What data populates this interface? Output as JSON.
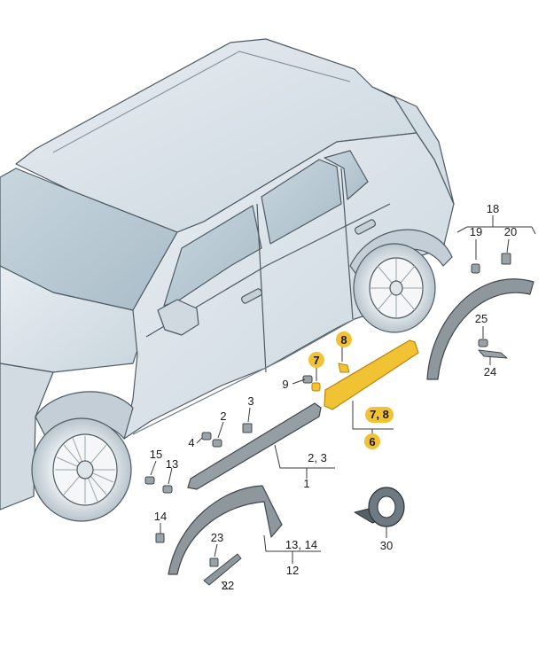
{
  "callouts": {
    "c1": "1",
    "c2": "2",
    "c3": "3",
    "c4": "4",
    "c6": "6",
    "c7": "7",
    "c8": "8",
    "c9": "9",
    "c12": "12",
    "c13": "13",
    "c14": "14",
    "c15": "15",
    "c18": "18",
    "c19": "19",
    "c20": "20",
    "c22": "22",
    "c23": "23",
    "c24": "24",
    "c25": "25",
    "c30": "30",
    "c2_3": "2, 3",
    "c7_8": "7, 8",
    "c13_14": "13, 14"
  },
  "colors": {
    "car_body": "#dfe7ec",
    "car_shade": "#c7d3db",
    "car_outline": "#4d5a63",
    "glass": "#b9c9d3",
    "part_gray": "#8e979c",
    "part_dark": "#3e474d",
    "highlight": "#f1c233",
    "highlight_stroke": "#b8860b"
  }
}
